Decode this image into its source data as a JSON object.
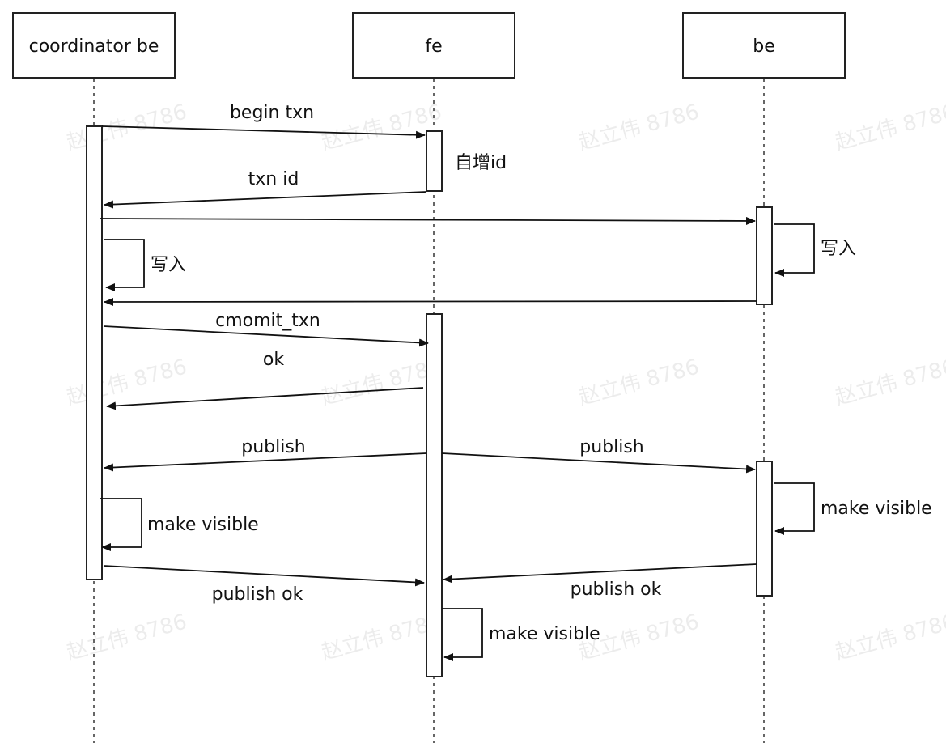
{
  "participants": [
    {
      "id": "coord",
      "label": "coordinator be"
    },
    {
      "id": "fe",
      "label": "fe"
    },
    {
      "id": "be",
      "label": "be"
    }
  ],
  "messages": {
    "begin_txn": "begin txn",
    "txn_id": "txn id",
    "fe_autoinc": "自增id",
    "coord_write": "写入",
    "be_write": "写入",
    "commit_txn": "cmomit_txn",
    "ok": "ok",
    "publish_left": "publish",
    "publish_right": "publish",
    "coord_make_visible": "make visible",
    "be_make_visible": "make visible",
    "publish_ok_left": "publish ok",
    "publish_ok_right": "publish ok",
    "fe_make_visible": "make visible"
  },
  "watermark": "赵立伟 8786"
}
